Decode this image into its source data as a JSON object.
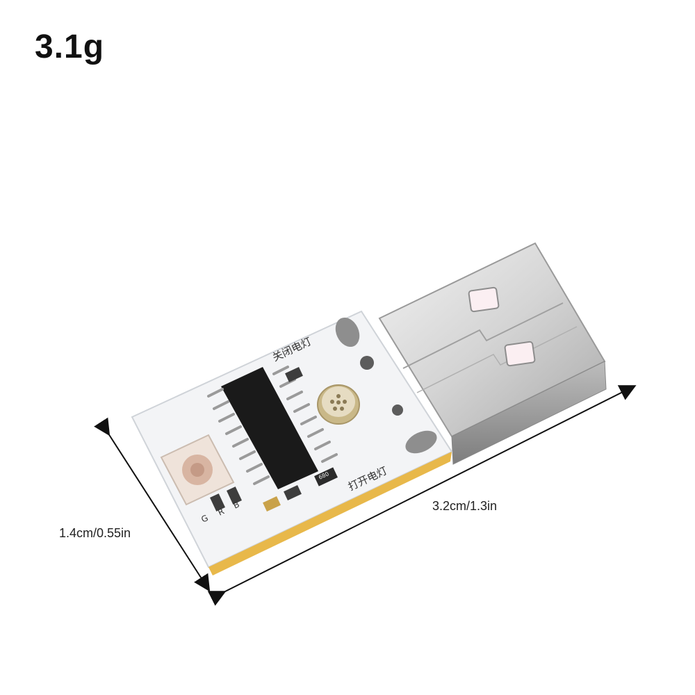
{
  "weight_label": "3.1g",
  "dimensions": {
    "width_label": "3.2cm/1.3in",
    "height_label": "1.4cm/0.55in"
  },
  "pcb_silkscreen": {
    "close_light": "关闭电灯",
    "open_light": "打开电灯",
    "pin_labels": [
      "G",
      "R",
      "B"
    ],
    "resistor_code": "680"
  },
  "colors": {
    "pcb": "#f3f4f6",
    "chip": "#1a1a1a",
    "usb_metal": "#d9d9d9",
    "dimension_line": "#111111"
  }
}
